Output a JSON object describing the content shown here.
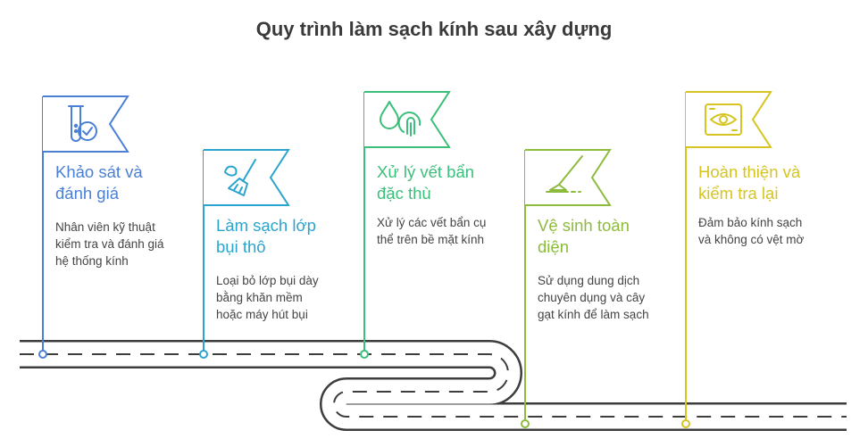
{
  "title": "Quy trình làm sạch kính sau xây dựng",
  "colors": {
    "road": "#3d3d3d",
    "road_inner": "#ffffff",
    "title": "#3a3a3a",
    "desc": "#444444"
  },
  "steps": [
    {
      "id": "khao-sat",
      "color": "#4a7fd6",
      "icon": "test-tube-check-icon",
      "title_lines": [
        "Khảo sát và",
        "đánh giá"
      ],
      "desc_lines": [
        "Nhân viên kỹ thuật",
        "kiểm tra và đánh giá",
        "hệ thống kính"
      ]
    },
    {
      "id": "lam-sach-bui",
      "color": "#2ba4cf",
      "icon": "broom-dust-icon",
      "title_lines": [
        "Làm sạch lớp",
        "bụi thô"
      ],
      "desc_lines": [
        "Loại bỏ lớp bụi dày",
        "bằng khăn mềm",
        "hoặc máy hút bụi"
      ]
    },
    {
      "id": "xu-ly-vet-ban",
      "color": "#3bbf7a",
      "icon": "drop-fingerprint-icon",
      "title_lines": [
        "Xử lý vết bẩn",
        "đặc thù"
      ],
      "desc_lines": [
        "Xử lý các vết bẩn cụ",
        "thể trên bề mặt kính"
      ]
    },
    {
      "id": "ve-sinh-toan-dien",
      "color": "#8dbb3c",
      "icon": "squeegee-icon",
      "title_lines": [
        "Vệ sinh toàn",
        "diện"
      ],
      "desc_lines": [
        "Sử dụng dung dịch",
        "chuyên dụng và cây",
        "gạt kính để làm sạch"
      ]
    },
    {
      "id": "hoan-thien",
      "color": "#d6c420",
      "icon": "eye-scan-icon",
      "title_lines": [
        "Hoàn thiện và",
        "kiểm tra lại"
      ],
      "desc_lines": [
        "Đảm bảo kính sạch",
        "và không có vệt mờ"
      ]
    }
  ]
}
